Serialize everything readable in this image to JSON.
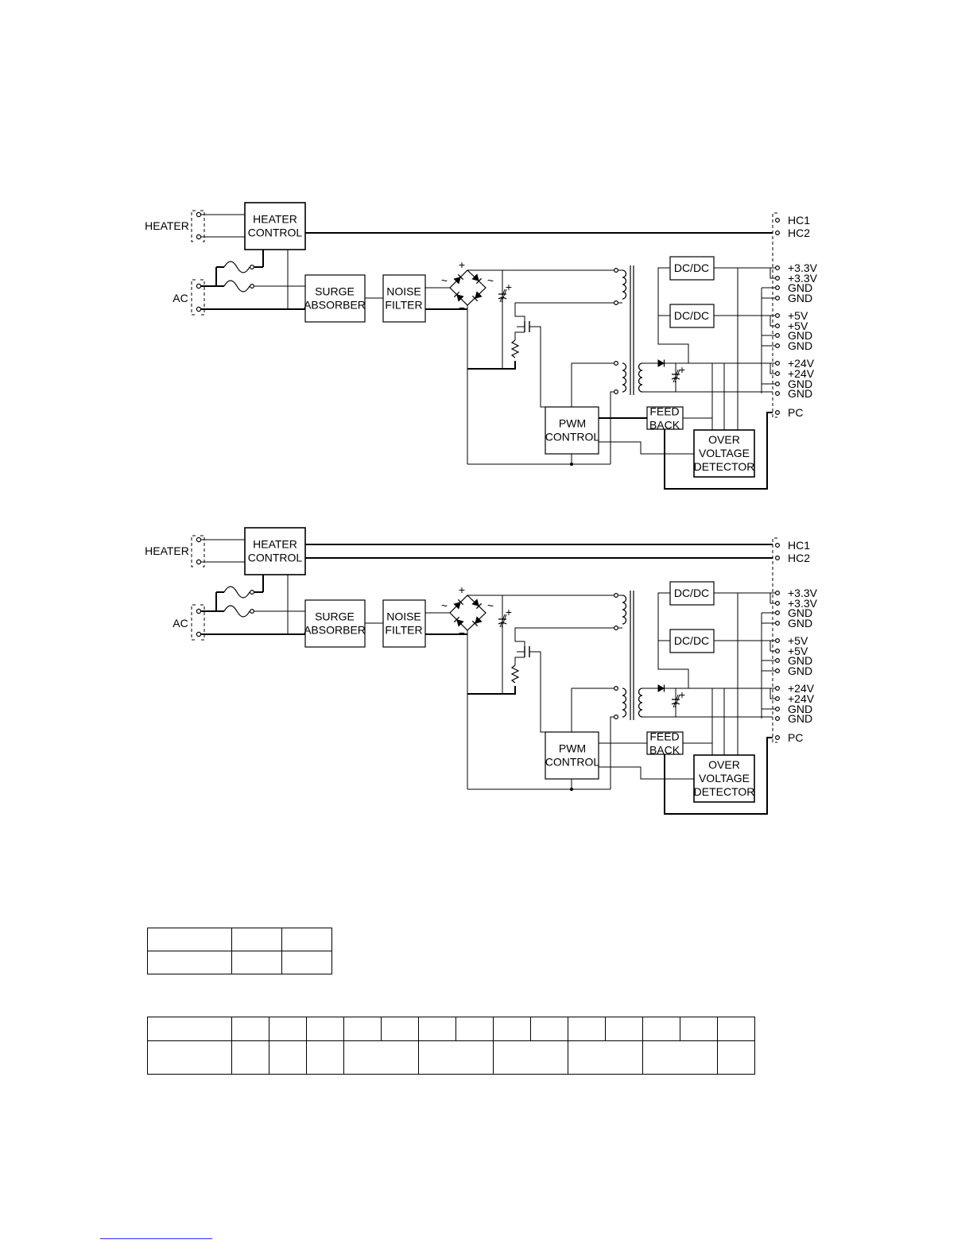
{
  "diagrams": [
    {
      "id": "diagram-1",
      "input_labels": {
        "heater": "HEATER",
        "ac": "AC"
      },
      "blocks": {
        "heater_control": [
          "HEATER",
          "CONTROL"
        ],
        "surge_absorber": [
          "SURGE",
          "ABSORBER"
        ],
        "noise_filter": [
          "NOISE",
          "FILTER"
        ],
        "dcdc_top": "DC/DC",
        "dcdc_bottom": "DC/DC",
        "pwm_control": [
          "PWM",
          "CONTROL"
        ],
        "feed_back": [
          "FEED",
          "BACK"
        ],
        "over_voltage_detector": [
          "OVER",
          "VOLTAGE",
          "DETECTOR"
        ]
      },
      "bridge_marks": {
        "plus": "+",
        "minus": "−",
        "ac_left": "~",
        "ac_right": "~",
        "cap_plus": "+",
        "cap2_plus": "+"
      },
      "output_pins": [
        "HC1",
        "HC2",
        "+3.3V",
        "+3.3V",
        "GND",
        "GND",
        "+5V",
        "+5V",
        "GND",
        "GND",
        "+24V",
        "+24V",
        "GND",
        "GND",
        "PC"
      ]
    },
    {
      "id": "diagram-2",
      "input_labels": {
        "heater": "HEATER",
        "ac": "AC"
      },
      "blocks": {
        "heater_control": [
          "HEATER",
          "CONTROL"
        ],
        "surge_absorber": [
          "SURGE",
          "ABSORBER"
        ],
        "noise_filter": [
          "NOISE",
          "FILTER"
        ],
        "dcdc_top": "DC/DC",
        "dcdc_bottom": "DC/DC",
        "pwm_control": [
          "PWM",
          "CONTROL"
        ],
        "feed_back": [
          "FEED",
          "BACK"
        ],
        "over_voltage_detector": [
          "OVER",
          "VOLTAGE",
          "DETECTOR"
        ]
      },
      "bridge_marks": {
        "plus": "+",
        "minus": "−",
        "ac_left": "~",
        "ac_right": "~",
        "cap_plus": "+",
        "cap2_plus": "+"
      },
      "output_pins": [
        "HC1",
        "HC2",
        "+3.3V",
        "+3.3V",
        "GND",
        "GND",
        "+5V",
        "+5V",
        "GND",
        "GND",
        "+24V",
        "+24V",
        "GND",
        "GND",
        "PC"
      ]
    }
  ],
  "table_small": {
    "rows": [
      [
        "",
        "",
        ""
      ],
      [
        "",
        "",
        ""
      ]
    ]
  },
  "table_large": {
    "row1": [
      "",
      "",
      "",
      "",
      "",
      "",
      "",
      "",
      "",
      "",
      "",
      "",
      "",
      "",
      ""
    ],
    "row2": [
      "",
      "",
      "",
      "",
      "",
      "",
      "",
      "",
      "",
      ""
    ]
  }
}
